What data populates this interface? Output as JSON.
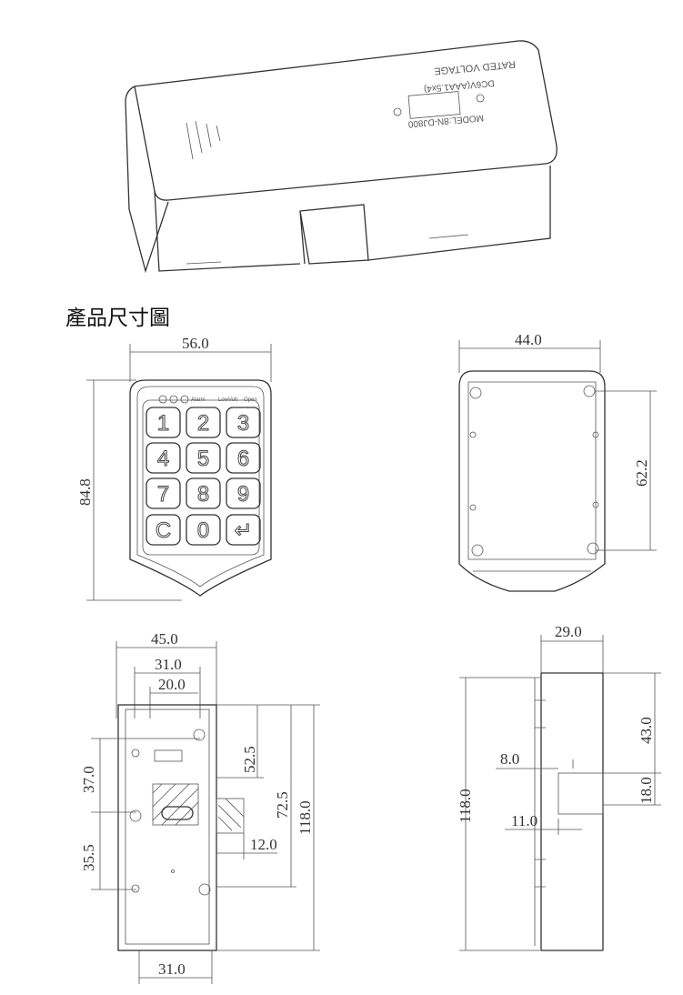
{
  "product_label": {
    "model": "MODEL:8N-DJ800",
    "voltage_value": "DC6V(AAA1.5x4)",
    "voltage_title": "RATED VOLTAGE"
  },
  "section_title": "產品尺寸圖",
  "front_view": {
    "width": "56.0",
    "height": "84.8",
    "indicators": [
      "Alarm",
      "LowVolt",
      "Open"
    ],
    "keys": [
      "1",
      "2",
      "3",
      "4",
      "5",
      "6",
      "7",
      "8",
      "9",
      "C",
      "0",
      "↵"
    ]
  },
  "back_view": {
    "width": "44.0",
    "hole_spacing": "62.2"
  },
  "side_view_left": {
    "widths": [
      "45.0",
      "31.0",
      "20.0"
    ],
    "bottom_width": "31.0",
    "left_heights": [
      "37.0",
      "35.5"
    ],
    "right_heights": [
      "52.5",
      "72.5",
      "118.0"
    ],
    "bolt_extension": "12.0"
  },
  "side_view_right": {
    "depth": "29.0",
    "height": "118.0",
    "top_offset": "43.0",
    "bolt_height": "18.0",
    "offset_a": "8.0",
    "offset_b": "11.0"
  }
}
